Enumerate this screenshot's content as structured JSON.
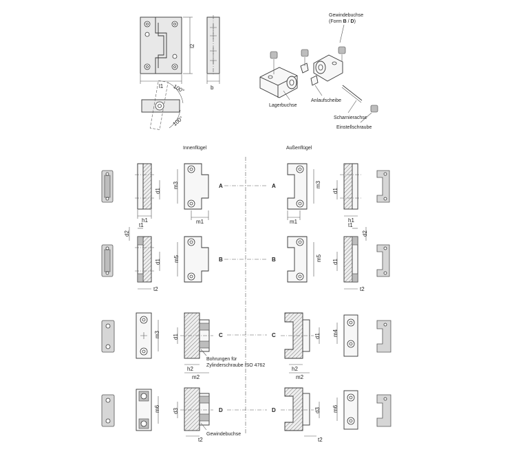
{
  "top": {
    "dims": {
      "l1": "l1",
      "l2": "l2",
      "b": "b",
      "angle": "100°"
    },
    "exploded_labels": {
      "gewindebuchse": "Gewindebuchse",
      "form_prefix": "(Form ",
      "form_b": "B",
      "form_sep": " / ",
      "form_d": "D",
      "form_suffix": ")",
      "lagerbuchse": "Lagerbuchse",
      "anlaufscheibe": "Anlaufscheibe",
      "scharnierachse": "Scharnierachse",
      "einstellschraube": "Einstellschraube"
    }
  },
  "headers": {
    "inner": "Innenflügel",
    "outer": "Außenflügel"
  },
  "rows": [
    {
      "letter": "A"
    },
    {
      "letter": "B"
    },
    {
      "letter": "C"
    },
    {
      "letter": "D"
    }
  ],
  "dims": {
    "d1": "d1",
    "d2": "d2",
    "d3": "d3",
    "h1": "h1",
    "h2": "h2",
    "m1": "m1",
    "m2": "m2",
    "m3": "m3",
    "m4": "m4",
    "m5": "m5",
    "m6": "m6",
    "t1": "t1",
    "t2": "t2"
  },
  "callouts": {
    "bohrungen_1": "Bohrungen für",
    "bohrungen_2": "Zylinderschraube ISO 4762",
    "gewindebuchse": "Gewindebuchse"
  }
}
